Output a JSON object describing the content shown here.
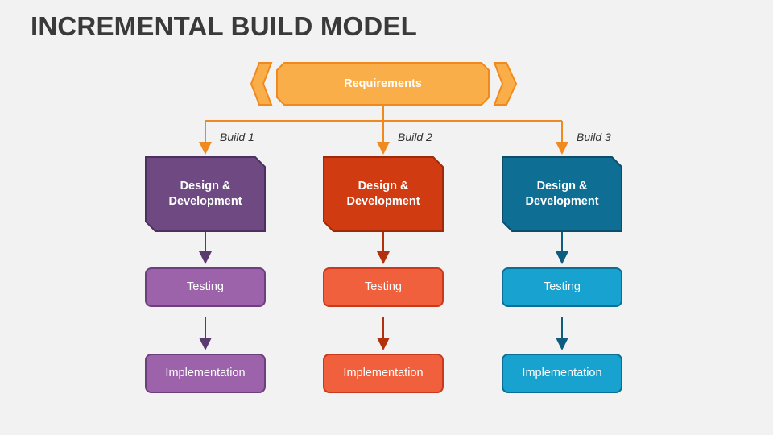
{
  "title": "INCREMENTAL BUILD MODEL",
  "requirements": {
    "label": "Requirements",
    "color": "#f9ae4a",
    "border": "#f08a1e"
  },
  "builds": [
    {
      "label": "Build 1",
      "design": "Design & Development",
      "testing": "Testing",
      "implementation": "Implementation",
      "dark": "#6f4a82",
      "darkBorder": "#4e3060",
      "light": "#9c63ab",
      "lightBorder": "#6d3f7f",
      "arrow": "#5b3a70"
    },
    {
      "label": "Build 2",
      "design": "Design & Development",
      "testing": "Testing",
      "implementation": "Implementation",
      "dark": "#d13b12",
      "darkBorder": "#9e2a0a",
      "light": "#f0603d",
      "lightBorder": "#c93a1c",
      "arrow": "#b2300c"
    },
    {
      "label": "Build 3",
      "design": "Design & Development",
      "testing": "Testing",
      "implementation": "Implementation",
      "dark": "#0e6e94",
      "darkBorder": "#0a4e6b",
      "light": "#17a2cf",
      "lightBorder": "#0b6f95",
      "arrow": "#0d5d80"
    }
  ]
}
